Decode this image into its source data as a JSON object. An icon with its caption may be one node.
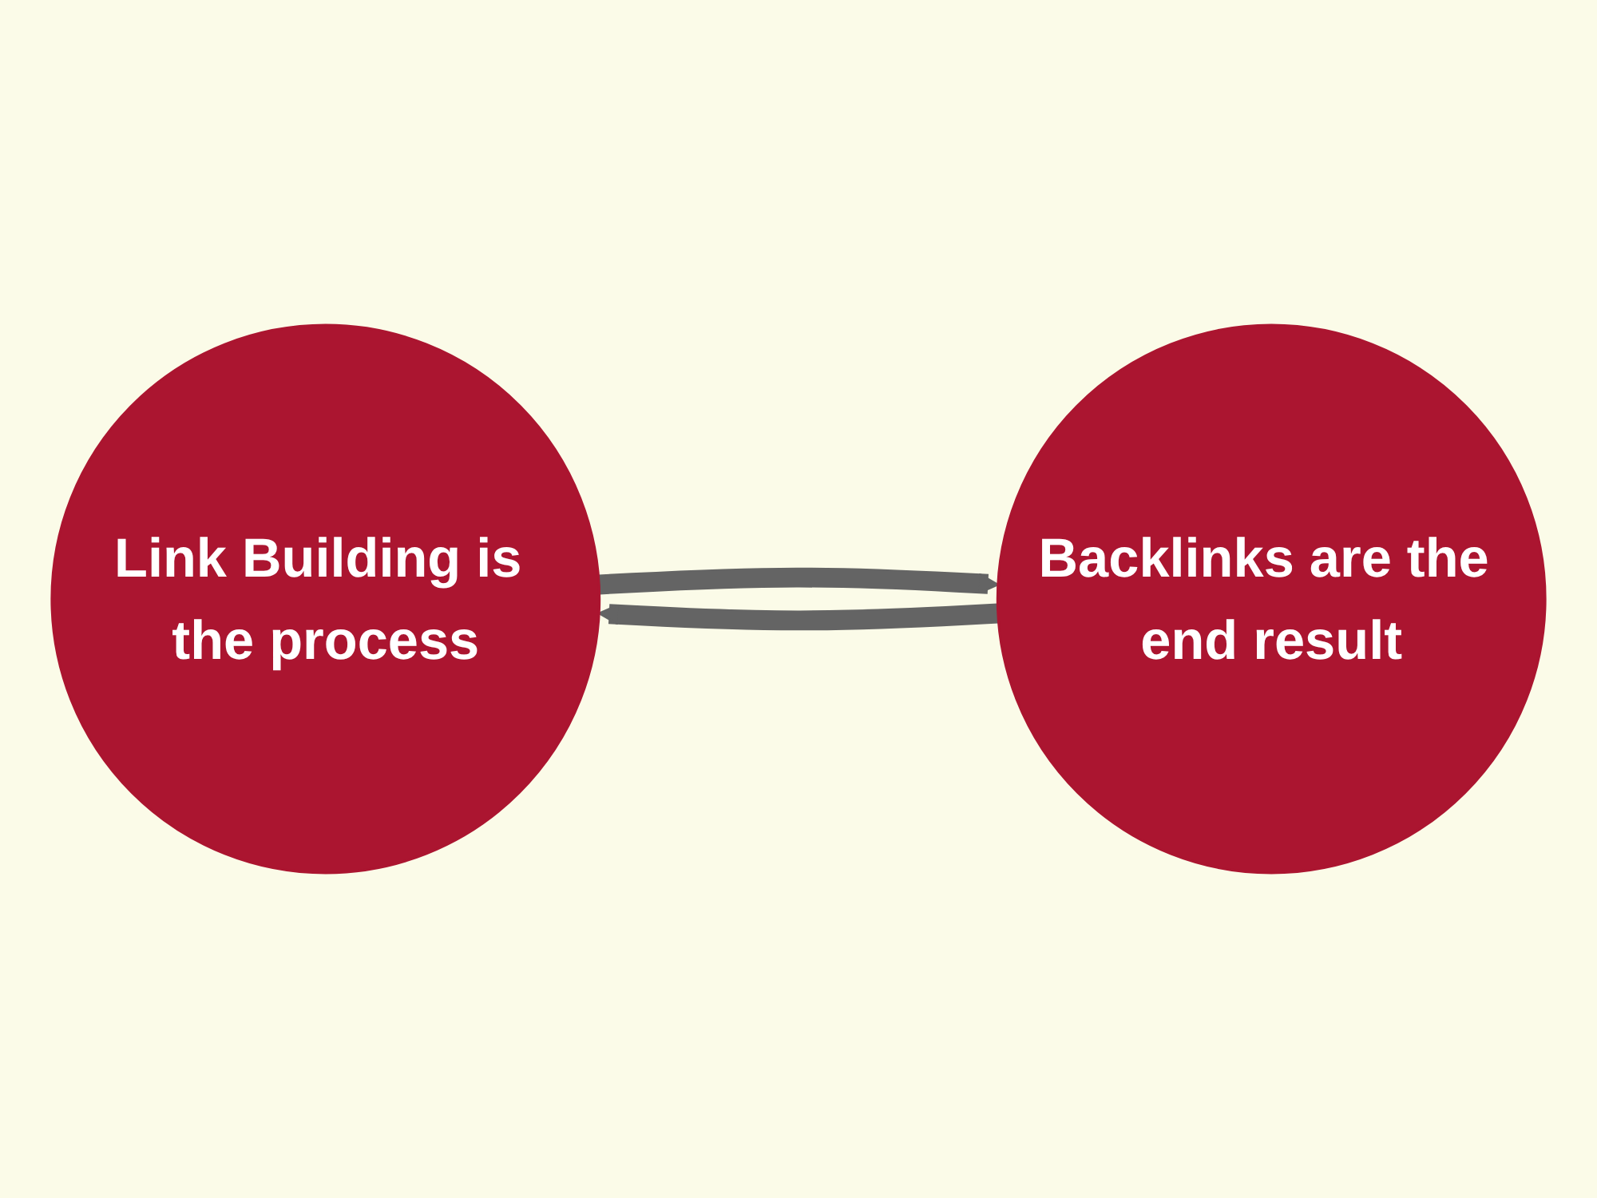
{
  "diagram": {
    "nodes": [
      {
        "text": [
          "Link Building is the process"
        ]
      },
      {
        "text": [
          "Backlinks are the end result"
        ]
      }
    ],
    "edges": [
      {
        "from": 0,
        "to": 1,
        "arrow": "to"
      },
      {
        "from": 1,
        "to": 0,
        "arrow": "to"
      }
    ]
  }
}
